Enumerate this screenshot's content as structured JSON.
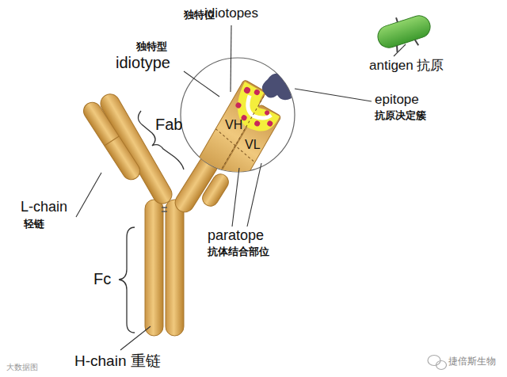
{
  "diagram": {
    "labels": [
      "独特位",
      "idiotopes",
      "独特型",
      "idiotype",
      "Fab",
      "antigen 抗原",
      "epitope",
      "抗原决定簇",
      "VH",
      "VL",
      "paratope",
      "抗体结合部位",
      "L-chain",
      "轻链",
      "Fc",
      "H-chain 重链",
      "大数据图",
      "捷倍斯生物"
    ]
  }
}
